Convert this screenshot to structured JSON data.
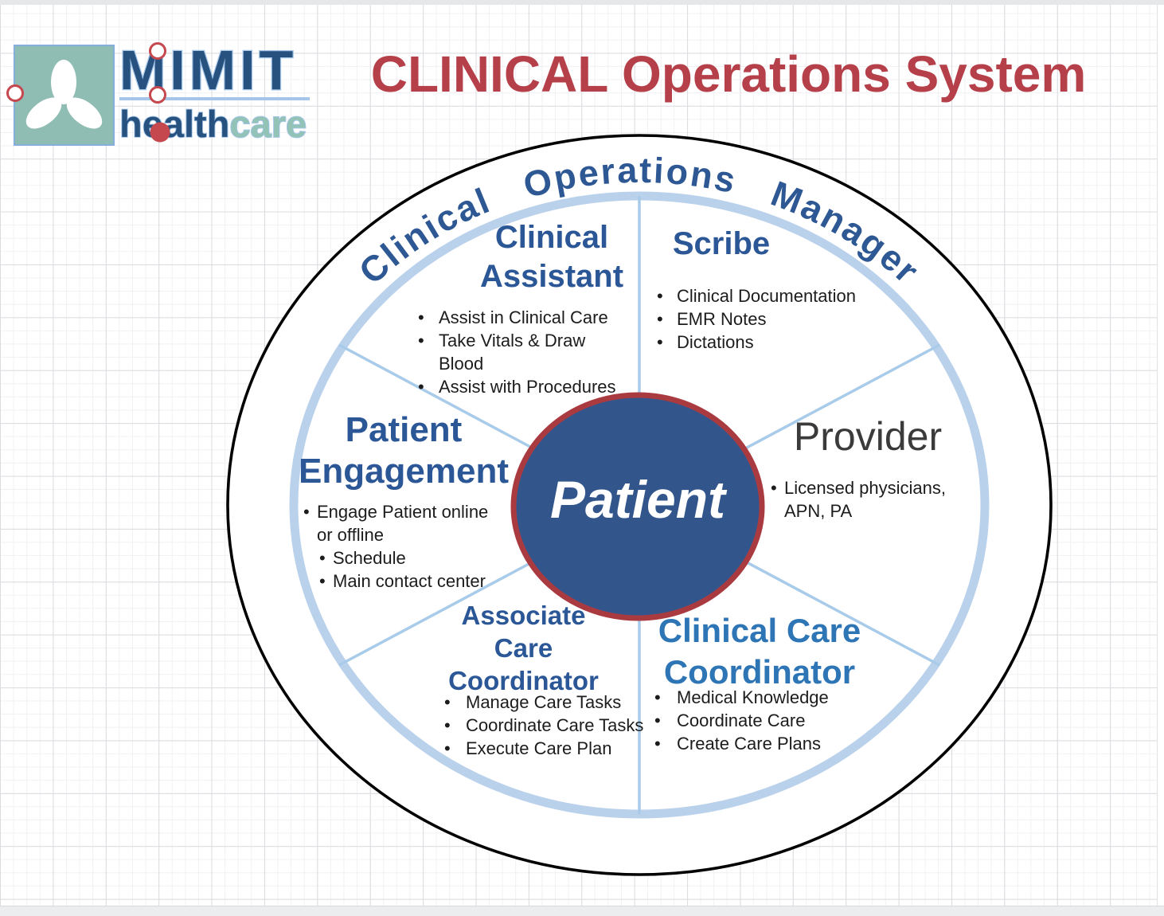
{
  "logo": {
    "brand": "MIMIT",
    "sub_health": "health",
    "sub_care": "care",
    "square_color": "#8FBCB3",
    "text_color": "#27527F",
    "accent_outline": "#A5C6E8",
    "handle_color": "#C6484F"
  },
  "header": {
    "title": "CLINICAL Operations System",
    "title_color": "#B6404A"
  },
  "diagram": {
    "arc_label": "Clinical Operations Manager",
    "center_label": "Patient",
    "colors": {
      "outer_ring": "#000000",
      "inner_ring": "#BAD1EC",
      "spokes": "#A9CBEA",
      "center_fill": "#32568C",
      "center_border": "#A93B40",
      "heading_navy": "#2B5797",
      "heading_light_blue": "#2E75B6",
      "arc_text": "#2E5894"
    },
    "sections": {
      "clinical_assistant": {
        "heading": "Clinical Assistant",
        "bullets": [
          "Assist in Clinical Care",
          "Take Vitals & Draw Blood",
          "Assist with Procedures"
        ]
      },
      "scribe": {
        "heading": "Scribe",
        "bullets": [
          "Clinical Documentation",
          "EMR Notes",
          "Dictations"
        ]
      },
      "provider": {
        "heading": "Provider",
        "bullets": [
          "Licensed physicians, APN, PA"
        ]
      },
      "patient_engagement": {
        "heading": "Patient Engagement",
        "bullets": [
          "Engage Patient online or offline",
          "Schedule",
          "Main contact center"
        ]
      },
      "associate_care_coordinator": {
        "heading": "Associate Care Coordinator",
        "bullets": [
          "Manage Care Tasks",
          "Coordinate Care Tasks",
          "Execute Care Plan"
        ]
      },
      "clinical_care_coordinator": {
        "heading": "Clinical Care Coordinator",
        "bullets": [
          "Medical Knowledge",
          "Coordinate Care",
          "Create Care Plans"
        ]
      }
    }
  }
}
